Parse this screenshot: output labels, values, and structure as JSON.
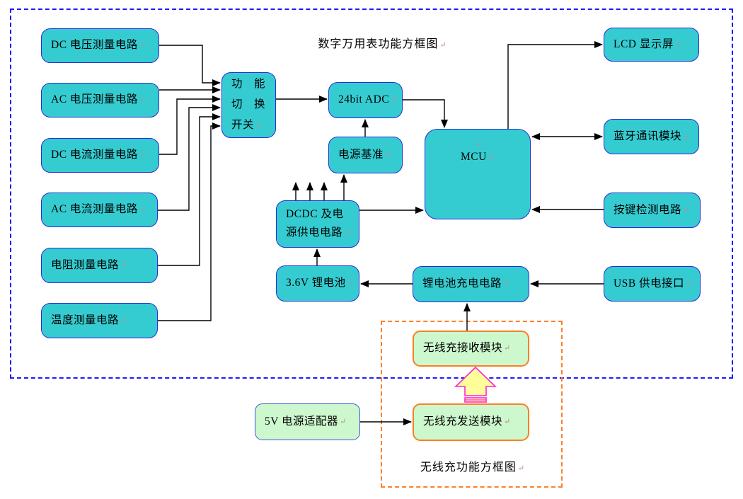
{
  "diagram": {
    "title": "数字万用表功能方框图",
    "bottom_caption": "无线充功能方框图",
    "return_mark": "↵"
  },
  "boxes": {
    "dc_voltage": {
      "label": "DC 电压测量电路"
    },
    "ac_voltage": {
      "label": "AC 电压测量电路"
    },
    "dc_current": {
      "label": "DC 电流测量电路"
    },
    "ac_current": {
      "label": "AC 电流测量电路"
    },
    "resistance": {
      "label": "电阻测量电路"
    },
    "temperature": {
      "label": "温度测量电路"
    },
    "func_switch": {
      "line1": "功　能",
      "line2": "切　换",
      "line3": "开关"
    },
    "adc": {
      "label": "24bit ADC"
    },
    "vref": {
      "label": "电源基准"
    },
    "mcu": {
      "label": "MCU"
    },
    "dcdc": {
      "line1": "DCDC 及电",
      "line2": "源供电电路"
    },
    "battery": {
      "label": "3.6V 锂电池"
    },
    "charger": {
      "label": "锂电池充电电路"
    },
    "lcd": {
      "label": "LCD 显示屏"
    },
    "bluetooth": {
      "label": "蓝牙通讯模块"
    },
    "key_detect": {
      "label": "按键检测电路"
    },
    "usb": {
      "label": "USB 供电接口"
    },
    "wireless_rx": {
      "label": "无线充接收模块"
    },
    "wireless_tx": {
      "label": "无线充发送模块"
    },
    "adapter": {
      "label": "5V 电源适配器"
    }
  },
  "colors": {
    "cyanFill": "#35ccd1",
    "cyanBorder": "#2b2bd4",
    "greenFill": "#cdf7cd",
    "orangeBorder": "#ff7f1f",
    "blueBoxBorder": "#3a55dd",
    "blueDash": "#1a1aff",
    "orangeDash": "#ff7f2a",
    "lineColor": "#000000",
    "pmarkColor": "#c08a8a",
    "arrowFill": "#ffff99",
    "arrowStroke": "#ff22dd"
  }
}
